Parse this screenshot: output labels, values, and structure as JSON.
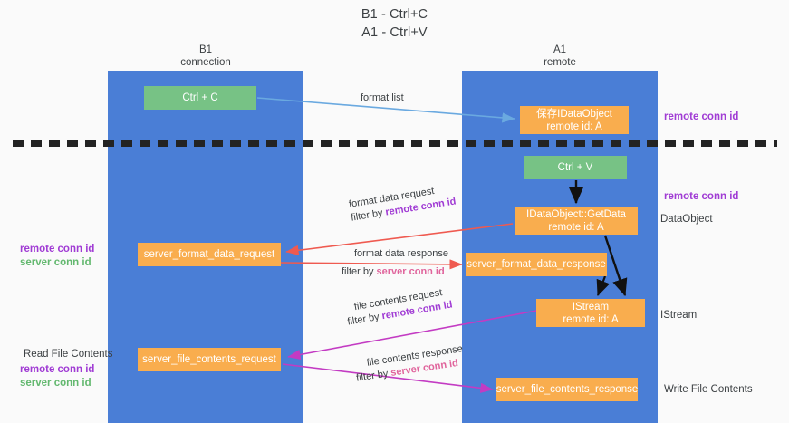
{
  "title": {
    "line1": "B1 - Ctrl+C",
    "line2": "A1 - Ctrl+V"
  },
  "lanes": [
    {
      "id": "b1",
      "title": "B1",
      "subtitle": "connection",
      "color": "#4a7ed6"
    },
    {
      "id": "a1",
      "title": "A1",
      "subtitle": "remote",
      "color": "#4a7ed6"
    }
  ],
  "colors": {
    "lane": "#4a7ed6",
    "orange_node": "#f9ad4e",
    "green_node": "#77c285",
    "remote_conn_id": "#a03bd4",
    "server_conn_id": "#63b86f",
    "server_conn_id_alt": "#e0649c",
    "separator": "#232323",
    "arrow_blue": "#6aa9e0",
    "arrow_red": "#ef5a50",
    "arrow_magenta": "#c33bc3",
    "arrow_black": "#000000",
    "text": "#3c4043"
  },
  "nodes": {
    "ctrl_c": {
      "label": "Ctrl + C",
      "style": "green"
    },
    "ido_remote": {
      "line1": "保存IDataObject",
      "line2": "remote id: A",
      "style": "orange"
    },
    "ctrl_v": {
      "label": "Ctrl + V",
      "style": "green"
    },
    "getdata": {
      "line1": "IDataObject::GetData",
      "line2": "remote id: A",
      "style": "orange"
    },
    "server_format_data_request": {
      "label": "server_format_data_request",
      "style": "orange"
    },
    "server_format_data_response": {
      "label": "server_format_data_response",
      "style": "orange"
    },
    "istream": {
      "line1": "IStream",
      "line2": "remote id: A",
      "style": "orange"
    },
    "server_file_contents_request": {
      "label": "server_file_contents_request",
      "style": "orange"
    },
    "server_file_contents_response": {
      "label": "server_file_contents_response",
      "style": "orange"
    }
  },
  "edges": {
    "format_list": {
      "label": "format list"
    },
    "format_data_request": {
      "label": "format data request",
      "filter_prefix": "filter by ",
      "filter_key": "remote conn id"
    },
    "format_data_response": {
      "label": "format data response",
      "filter_prefix": "filter by ",
      "filter_key": "server conn id"
    },
    "file_contents_request": {
      "label": "file contents request",
      "filter_prefix": "filter by ",
      "filter_key": "remote conn id"
    },
    "file_contents_response": {
      "label": "file contents response",
      "filter_prefix": "filter by ",
      "filter_key": "server conn id"
    }
  },
  "annotations": {
    "right_remote_conn_id_top": "remote conn id",
    "right_remote_conn_id_mid": "remote conn id",
    "dataobject": "DataObject",
    "istream": "IStream",
    "write_file_contents": "Write File Contents",
    "left_remote_conn_id": "remote conn id",
    "left_server_conn_id": "server conn id",
    "read_file_contents": "Read File Contents",
    "left_remote_conn_id_2": "remote conn id",
    "left_server_conn_id_2": "server conn id"
  }
}
